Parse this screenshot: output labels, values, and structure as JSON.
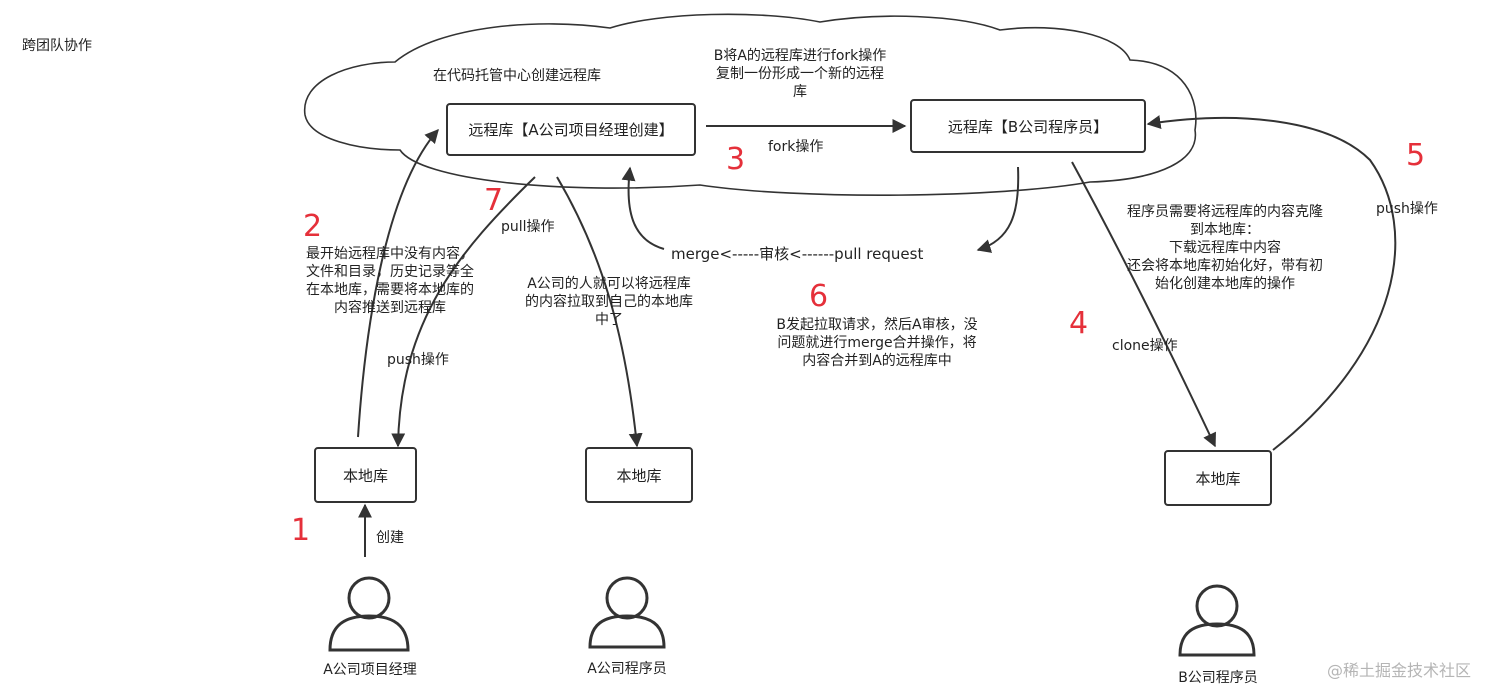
{
  "page_title": "跨团队协作",
  "cloud": {
    "label": "在代码托管中心创建远程库",
    "fork_note": [
      "B将A的远程库进行fork操作",
      "复制一份形成一个新的远程",
      "库"
    ]
  },
  "boxes": {
    "remote_a": "远程库【A公司项目经理创建】",
    "remote_b": "远程库【B公司程序员】",
    "local_a_pm": "本地库",
    "local_a_dev": "本地库",
    "local_b_dev": "本地库"
  },
  "people": {
    "a_pm": "A公司项目经理",
    "a_dev": "A公司程序员",
    "b_dev": "B公司程序员"
  },
  "steps": {
    "s1": "1",
    "s2": "2",
    "s3": "3",
    "s4": "4",
    "s5": "5",
    "s6": "6",
    "s7": "7"
  },
  "labels": {
    "create": "创建",
    "push_a": "push操作",
    "fork": "fork操作",
    "pull": "pull操作",
    "merge_flow": "merge<-----审核<------pull request",
    "clone": "clone操作",
    "push_b": "push操作"
  },
  "notes": {
    "step2": [
      "最开始远程库中没有内容，",
      "文件和目录，历史记录等全",
      "在本地库，需要将本地库的",
      "内容推送到远程库"
    ],
    "step7": [
      "A公司的人就可以将远程库",
      "的内容拉取到自己的本地库",
      "中了"
    ],
    "step6": [
      "B发起拉取请求，然后A审核，没",
      "问题就进行merge合并操作，将",
      "内容合并到A的远程库中"
    ],
    "step4": [
      "程序员需要将远程库的内容克隆",
      "到本地库：",
      "下载远程库中内容",
      "还会将本地库初始化好，带有初",
      "始化创建本地库的操作"
    ]
  },
  "watermark": "@稀土掘金技术社区",
  "colors": {
    "accent": "#e5303a",
    "stroke": "#333333"
  }
}
